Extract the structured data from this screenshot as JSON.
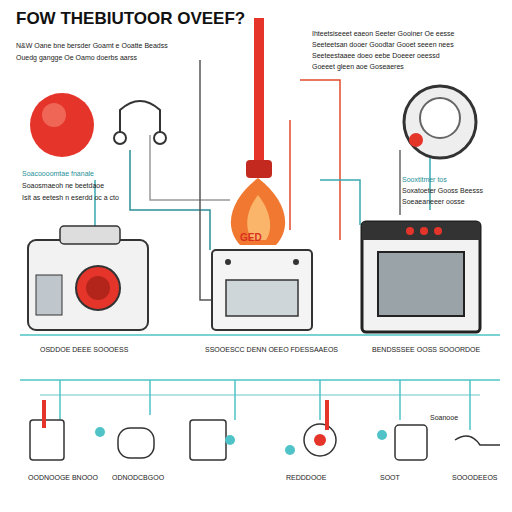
{
  "diagram": {
    "title": "FOW THEBIUTOOR OVEEF?",
    "labels": [
      "N&W Oane bne bersder Goamt e Ooatte Beadss",
      "Ouedg gangge Oe Oamo doerbs aarss",
      "Ihteetsiseeet eaeon Seeter Gooiner Oe eesse",
      "Seeteetsan dooer Goodtar Gooet seeen nees",
      "Seeteestaaee doeo eebe Doeeer oeessd",
      "Goeeet gleen aoe Goseaeres",
      "Soacoooomtae fnanale",
      "Soaosmaeoh ne beetdaoe",
      "Isit as eetesh n eserdd oc a cto",
      "Sooxtitmer tos",
      "Soxatoeter Gooss Beesss",
      "Soeaeaneeer oosse",
      "GED",
      "OSDDOE DEEE SOOOESS",
      "SSOOESCC DENN OEEO FDESSAAEOS",
      "BENDSSSEE OOSS SOOORDOE",
      "Soanooe",
      "OODNOOGE BNOOO",
      "ODNODCBGOO",
      "REDDDOOE",
      "SOOT",
      "SOOODEEOS"
    ]
  }
}
